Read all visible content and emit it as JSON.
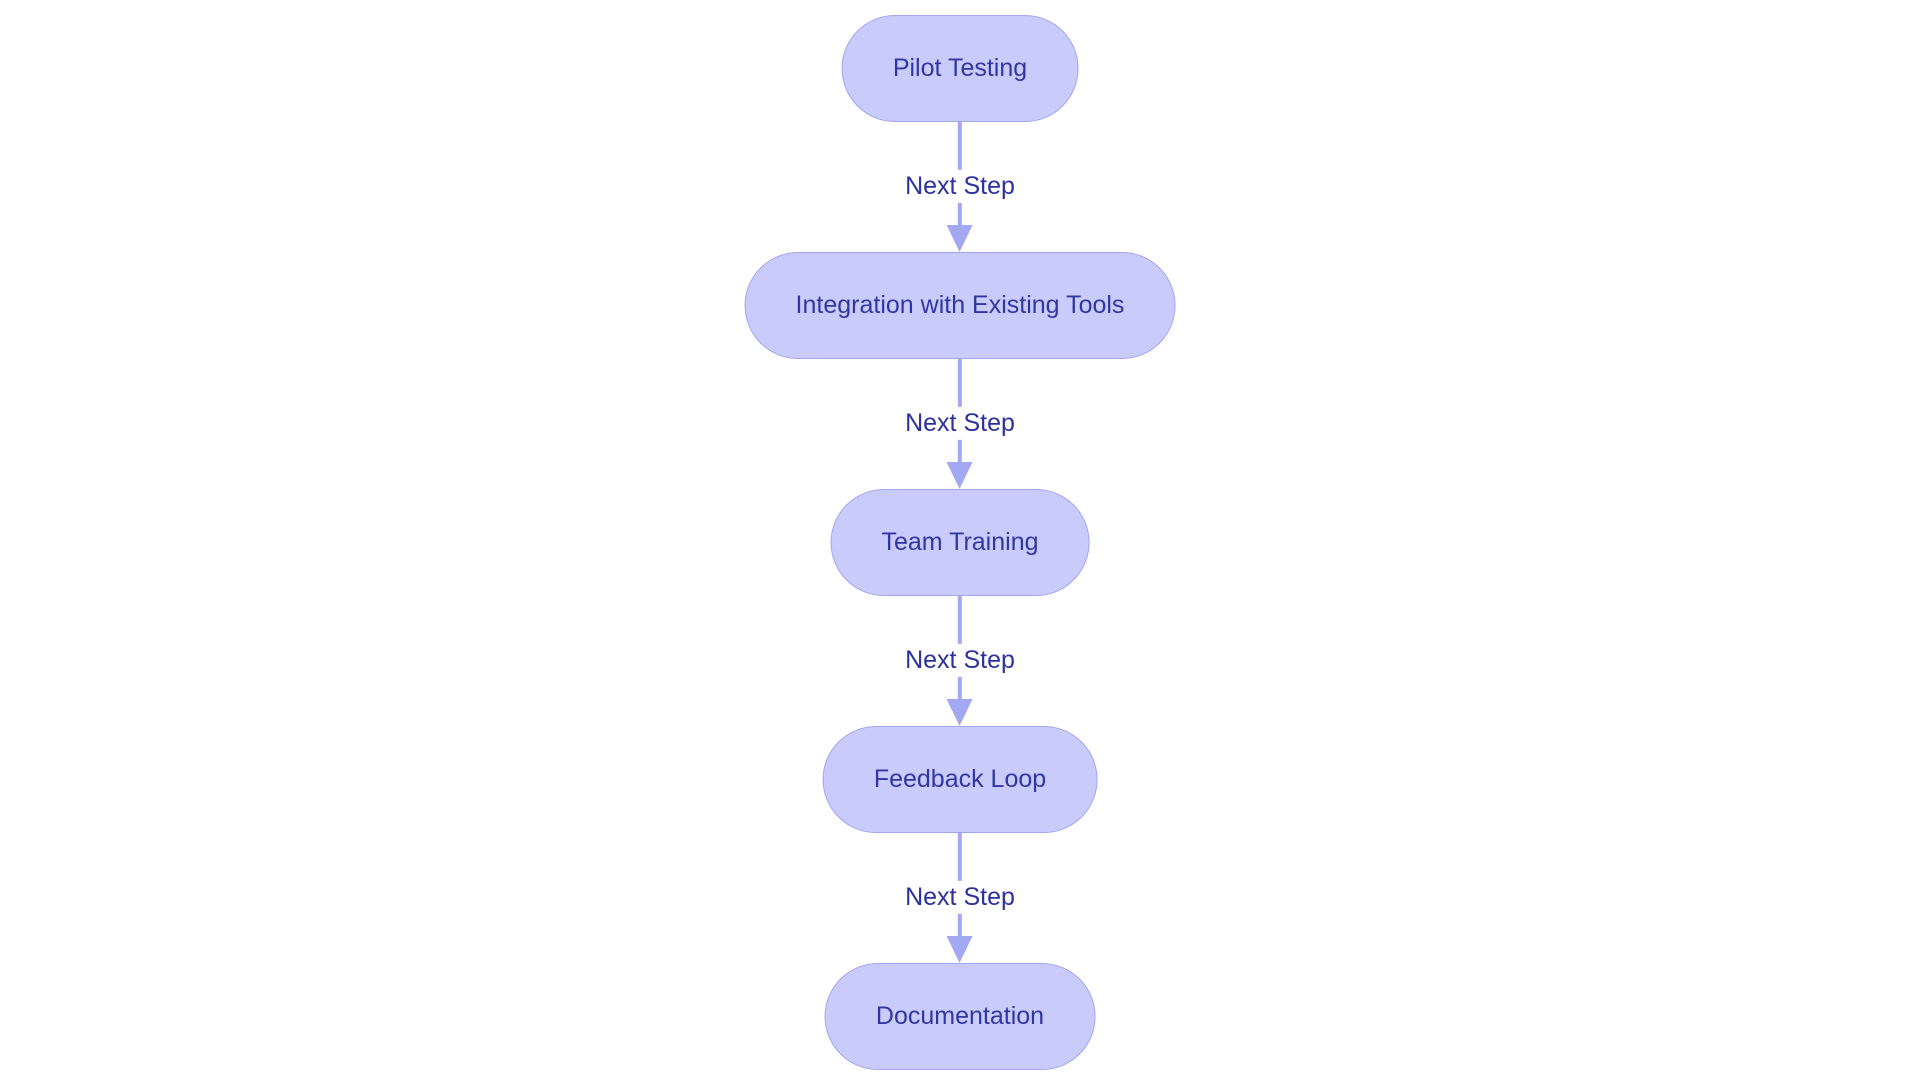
{
  "diagram": {
    "type": "flowchart",
    "direction": "top-to-bottom",
    "background": "#ffffff",
    "node_style": {
      "fill": "#c9ccfa",
      "border": "#a1a6ef",
      "text_color": "#3136a3"
    },
    "edge_style": {
      "arrow_color": "#a3a8f2",
      "label_color": "#2c319f",
      "label_background": "#ffffff"
    },
    "nodes": [
      {
        "label": "Pilot Testing"
      },
      {
        "label": "Integration with Existing Tools"
      },
      {
        "label": "Team Training"
      },
      {
        "label": "Feedback Loop"
      },
      {
        "label": "Documentation"
      }
    ],
    "edges": [
      {
        "from": "Pilot Testing",
        "to": "Integration with Existing Tools",
        "label": "Next Step"
      },
      {
        "from": "Integration with Existing Tools",
        "to": "Team Training",
        "label": "Next Step"
      },
      {
        "from": "Team Training",
        "to": "Feedback Loop",
        "label": "Next Step"
      },
      {
        "from": "Feedback Loop",
        "to": "Documentation",
        "label": "Next Step"
      }
    ]
  }
}
